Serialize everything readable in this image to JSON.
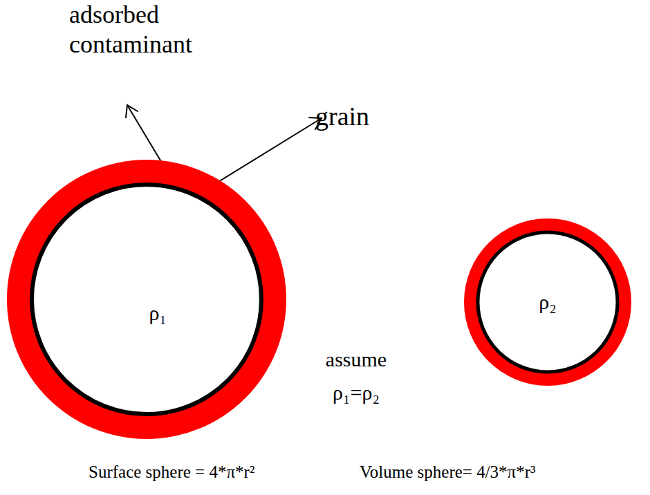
{
  "diagram": {
    "nodes": [
      {
        "text": [
          "ρ₁"
        ]
      },
      {
        "text": [
          "ρ₂"
        ]
      }
    ],
    "labels": [
      "adsorbed contaminant",
      "grain",
      "assume ρ₁=ρ₂",
      "Surface sphere = 4*π*r²",
      "Volume sphere= 4/3*π*r³"
    ]
  }
}
